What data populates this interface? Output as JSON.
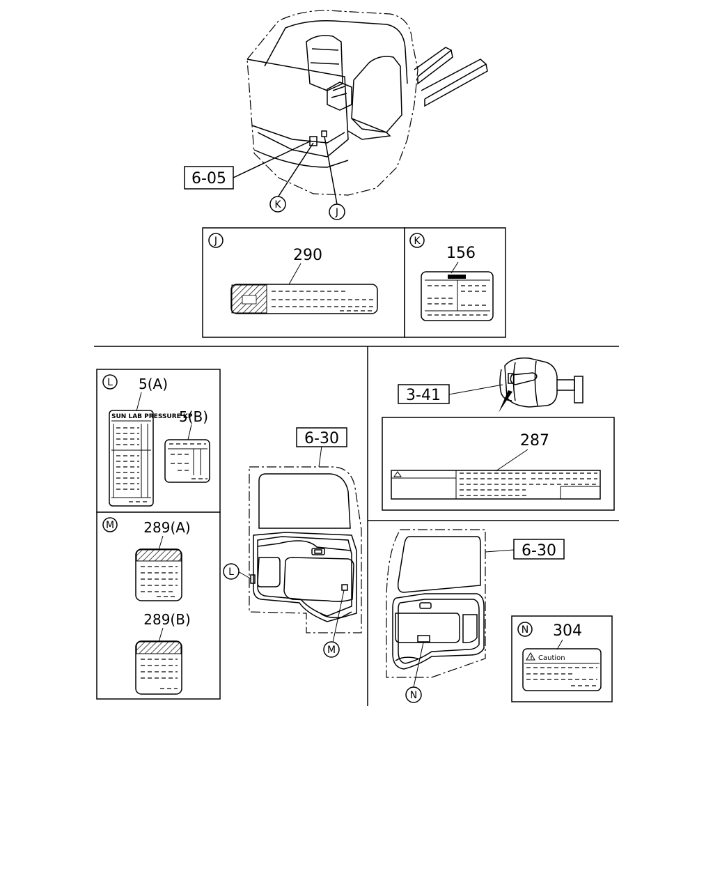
{
  "refs": {
    "cab": "6-05",
    "door_left": "6-30",
    "door_right": "6-30",
    "engine": "3-41"
  },
  "panels": {
    "J": {
      "letter": "J",
      "part": "290"
    },
    "K": {
      "letter": "K",
      "part": "156"
    },
    "L": {
      "letter": "L",
      "part_a": "5(A)",
      "part_b": "5(B)"
    },
    "M": {
      "letter": "M",
      "part_a": "289(A)",
      "part_b": "289(B)"
    },
    "N": {
      "letter": "N",
      "part": "304",
      "caution_text": "Caution"
    },
    "E": {
      "part": "287"
    }
  },
  "callouts": {
    "K": "K",
    "J": "J",
    "L": "L",
    "M": "M",
    "N": "N"
  },
  "label_texts": {
    "label_5a_header": "SUN LAB PRESSURE KP"
  }
}
